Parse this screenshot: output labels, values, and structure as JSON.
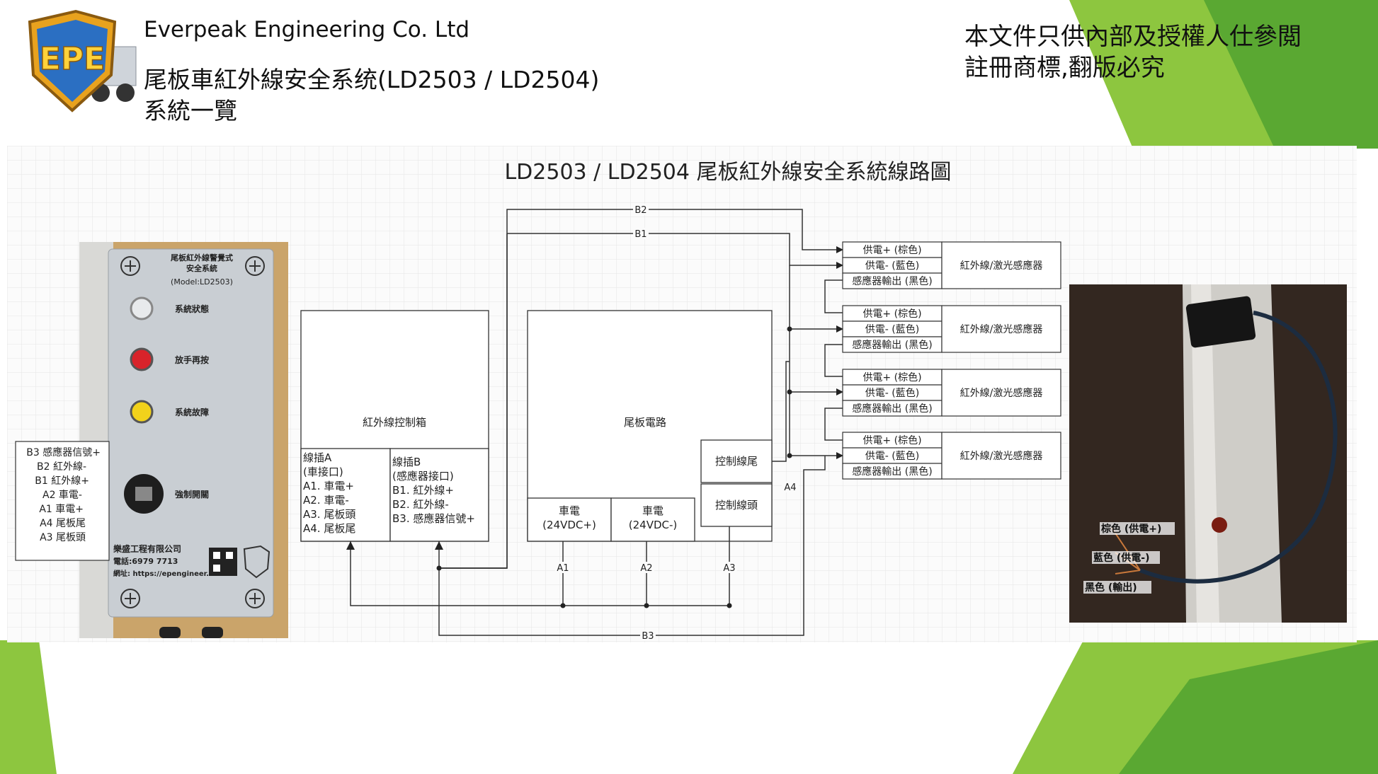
{
  "header": {
    "company": "Everpeak Engineering Co. Ltd",
    "title": "尾板車紅外線安全系统(LD2503 / LD2504)",
    "subtitle": "系統一覽",
    "notice_line1": "本文件只供內部及授權人仕參閲",
    "notice_line2": "註冊商標,翻版必究",
    "logo_text": "EPE"
  },
  "diagram": {
    "title": "LD2503 / LD2504 尾板紅外線安全系統線路圖",
    "device_panel": {
      "label_line1": "尾板紅外線警覺式",
      "label_line2": "安全系統",
      "label_line3": "(Model:LD2503)",
      "indicator_status": "系統狀態",
      "indicator_release": "放手再按",
      "indicator_fault": "系統故障",
      "switch_label": "強制開關",
      "company_cn": "樂盛工程有限公司",
      "phone": "電話:6979 7713",
      "website": "網址: https://epengineer.net"
    },
    "left_legend": [
      "B3 感應器信號+",
      "B2 紅外線-",
      "B1 紅外線+",
      "A2 車電-",
      "A1 車電+",
      "A4 尾板尾",
      "A3 尾板頭"
    ],
    "control_box": {
      "title": "紅外線控制箱",
      "plug_a": [
        "線插A",
        "(車接口)",
        "A1. 車電+",
        "A2. 車電-",
        "A3. 尾板頭",
        "A4. 尾板尾"
      ],
      "plug_b": [
        "線插B",
        "(感應器接口)",
        "B1. 紅外線+",
        "B2. 紅外線-",
        "B3. 感應器信號+"
      ]
    },
    "tail_circuit": {
      "title": "尾板電路",
      "power_pos": [
        "車電",
        "(24VDC+)"
      ],
      "power_neg": [
        "車電",
        "(24VDC-)"
      ],
      "ctrl_tail": "控制線尾",
      "ctrl_head": "控制線頭"
    },
    "wire_labels": {
      "b1": "B1",
      "b2": "B2",
      "b3": "B3",
      "a1": "A1",
      "a2": "A2",
      "a3": "A3",
      "a4": "A4"
    },
    "sensor_rows": {
      "supply_pos": "供電+ (棕色)",
      "supply_neg": "供電- (藍色)",
      "output": "感應器輸出 (黑色)",
      "sensor_name": "紅外線/激光感應器"
    },
    "photo_labels": {
      "brown": "棕色 (供電+)",
      "blue": "藍色 (供電-)",
      "black": "黑色 (輸出)"
    }
  }
}
